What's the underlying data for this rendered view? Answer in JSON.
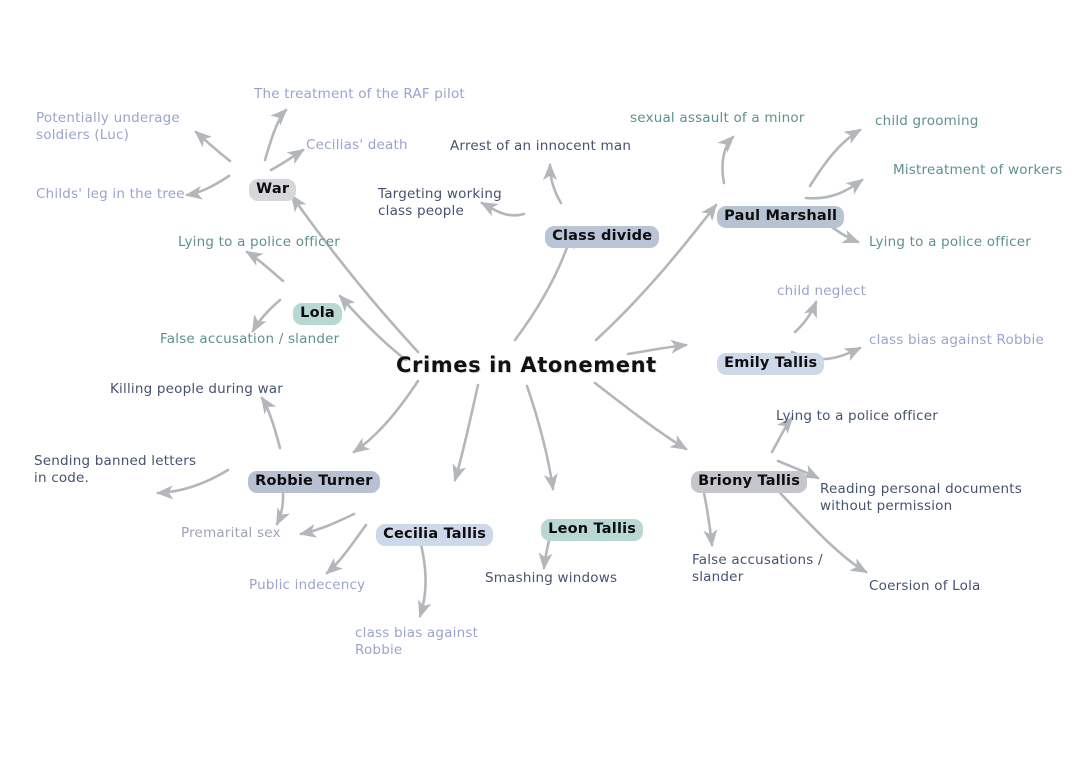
{
  "title": "Crimes in Atonement",
  "palette": {
    "teal_text": "#5f9090",
    "lavender_text": "#9aa4cd",
    "navy_text": "#45536f",
    "grey_text": "#9ea3b4",
    "arrow": "#b3b6bb",
    "hl_grey": "#c9cbd0",
    "hl_bluegrey": "#b9c5d6",
    "hl_teal": "#b9d8d4",
    "hl_lightblue": "#cdd9e8",
    "background": "#ffffff"
  },
  "center": {
    "label": "Crimes in Atonement"
  },
  "categories": [
    {
      "id": "war",
      "label": "War",
      "highlight": "#d5d7da"
    },
    {
      "id": "class_divide",
      "label": "Class divide",
      "highlight": "#b9c5d6"
    },
    {
      "id": "paul",
      "label": "Paul Marshall",
      "highlight": "#b8c3d2"
    },
    {
      "id": "lola",
      "label": "Lola",
      "highlight": "#b9d8d4"
    },
    {
      "id": "emily",
      "label": "Emily Tallis",
      "highlight": "#cdd9e8"
    },
    {
      "id": "robbie",
      "label": "Robbie Turner",
      "highlight": "#b7c1d1"
    },
    {
      "id": "cecilia",
      "label": "Cecilia Tallis",
      "highlight": "#cdd9e8"
    },
    {
      "id": "leon",
      "label": "Leon Tallis",
      "highlight": "#b9d8d4"
    },
    {
      "id": "briony",
      "label": "Briony Tallis",
      "highlight": "#c4c6cb"
    }
  ],
  "leaves": {
    "war": [
      {
        "id": "raf_pilot",
        "label": "The treatment of the RAF pilot",
        "color_class": "c-lav"
      },
      {
        "id": "underage",
        "label": "Potentially underage\nsoldiers (Luc)",
        "color_class": "c-lav"
      },
      {
        "id": "childs_leg",
        "label": "Childs' leg in the tree",
        "color_class": "c-lav"
      },
      {
        "id": "cecilias_death",
        "label": "Cecilias' death",
        "color_class": "c-lav"
      }
    ],
    "class_divide": [
      {
        "id": "arrest_innocent",
        "label": "Arrest of an innocent man",
        "color_class": "c-navy"
      },
      {
        "id": "targeting_working",
        "label": "Targeting working\nclass people",
        "color_class": "c-navy"
      }
    ],
    "paul": [
      {
        "id": "sexual_assault",
        "label": "sexual assault of a minor",
        "color_class": "c-teal"
      },
      {
        "id": "child_grooming",
        "label": "child grooming",
        "color_class": "c-teal"
      },
      {
        "id": "mistreat_workers",
        "label": "Mistreatment of workers",
        "color_class": "c-teal"
      },
      {
        "id": "paul_lying",
        "label": "Lying to a police officer",
        "color_class": "c-teal"
      }
    ],
    "lola": [
      {
        "id": "lola_lying",
        "label": "Lying to a police officer",
        "color_class": "c-teal"
      },
      {
        "id": "lola_false_acc",
        "label": "False accusation / slander",
        "color_class": "c-teal"
      }
    ],
    "emily": [
      {
        "id": "child_neglect",
        "label": "child neglect",
        "color_class": "c-lav"
      },
      {
        "id": "emily_class_bias",
        "label": "class bias against Robbie",
        "color_class": "c-lav"
      }
    ],
    "robbie": [
      {
        "id": "killing_war",
        "label": "Killing people during war",
        "color_class": "c-navy"
      },
      {
        "id": "banned_letters",
        "label": "Sending banned letters\nin code.",
        "color_class": "c-navy"
      },
      {
        "id": "premarital_sex",
        "label": "Premarital sex",
        "color_class": "c-grey"
      }
    ],
    "cecilia": [
      {
        "id": "cecilia_premarital",
        "label": "Premarital sex",
        "color_class": "c-grey"
      },
      {
        "id": "public_indecency",
        "label": "Public indecency",
        "color_class": "c-lav"
      },
      {
        "id": "cecilia_class_bias",
        "label": "class bias against\nRobbie",
        "color_class": "c-lav"
      }
    ],
    "leon": [
      {
        "id": "smashing_windows",
        "label": "Smashing windows",
        "color_class": "c-navy"
      }
    ],
    "briony": [
      {
        "id": "briony_lying",
        "label": "Lying to a police officer",
        "color_class": "c-navy"
      },
      {
        "id": "reading_docs",
        "label": "Reading personal documents\nwithout permission",
        "color_class": "c-navy"
      },
      {
        "id": "briony_false_acc",
        "label": "False accusations /\nslander",
        "color_class": "c-navy"
      },
      {
        "id": "coersion_lola",
        "label": "Coersion of Lola",
        "color_class": "c-navy"
      }
    ]
  }
}
